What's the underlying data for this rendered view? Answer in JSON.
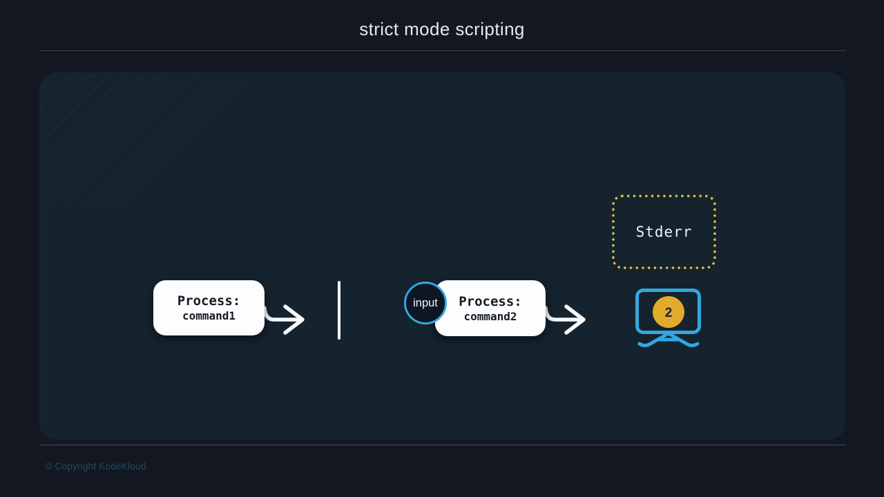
{
  "header": {
    "title": "strict mode scripting"
  },
  "diagram": {
    "process1": {
      "label": "Process:",
      "command": "command1"
    },
    "input_badge": "input",
    "process2": {
      "label": "Process:",
      "command": "command2"
    },
    "stderr": {
      "label": "Stderr"
    },
    "monitor": {
      "badge": "2"
    },
    "icons": {
      "flow_arrow": "right-arrow",
      "pipe": "pipe-line",
      "monitor": "display-with-stand",
      "stderr_border": "dotted-rounded-rect"
    }
  },
  "footer": {
    "copyright": "© Copyright KodeKloud"
  },
  "colors": {
    "page_bg": "#131722",
    "panel_bg": "#15232e",
    "accent_blue": "#33a7e0",
    "accent_yellow": "#e0c33c",
    "badge_gold": "#e3ab2b",
    "box_bg": "#fdfdfd",
    "arrow_white": "#f7f8f9",
    "title_text": "#e7e9ec",
    "copyright_text": "#1e4c57"
  }
}
